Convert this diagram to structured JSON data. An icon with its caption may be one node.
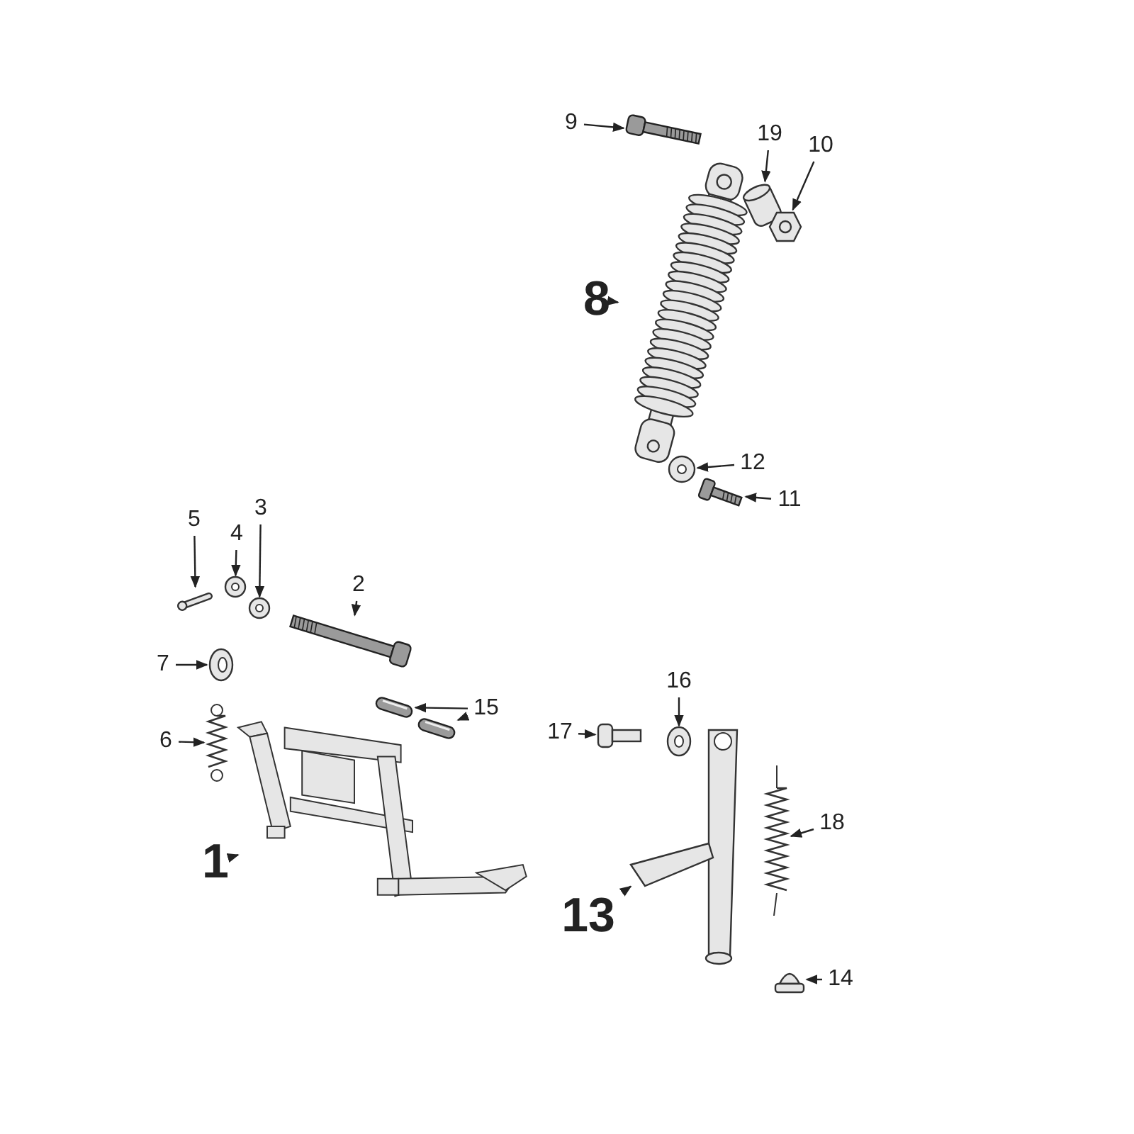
{
  "diagram": {
    "nodes": [
      {
        "text": [
          "9"
        ]
      },
      {
        "text": [],
        "shape": "picture"
      },
      {
        "text": [
          "19"
        ]
      },
      {
        "text": [],
        "shape": "picture"
      },
      {
        "text": [
          "10"
        ]
      },
      {
        "text": [],
        "shape": "picture"
      },
      {
        "text": [
          "8"
        ]
      },
      {
        "text": [],
        "shape": "picture"
      },
      {
        "text": [
          "12"
        ]
      },
      {
        "text": [],
        "shape": "picture"
      },
      {
        "text": [
          "11"
        ]
      },
      {
        "text": [],
        "shape": "picture"
      },
      {
        "text": [
          "5"
        ]
      },
      {
        "text": [],
        "shape": "picture"
      },
      {
        "text": [
          "4"
        ]
      },
      {
        "text": [],
        "shape": "picture"
      },
      {
        "text": [
          "3"
        ]
      },
      {
        "text": [],
        "shape": "picture"
      },
      {
        "text": [
          "2"
        ]
      },
      {
        "text": [],
        "shape": "picture"
      },
      {
        "text": [
          "7"
        ]
      },
      {
        "text": [],
        "shape": "picture"
      },
      {
        "text": [
          "15"
        ]
      },
      {
        "text": [],
        "shape": "picture"
      },
      {
        "text": [],
        "shape": "picture"
      },
      {
        "text": [
          "6"
        ]
      },
      {
        "text": [],
        "shape": "picture"
      },
      {
        "text": [
          "16"
        ]
      },
      {
        "text": [],
        "shape": "picture"
      },
      {
        "text": [
          "17"
        ]
      },
      {
        "text": [],
        "shape": "picture"
      },
      {
        "text": [
          "18"
        ]
      },
      {
        "text": [],
        "shape": "picture"
      },
      {
        "text": [
          "1"
        ]
      },
      {
        "text": [],
        "shape": "picture"
      },
      {
        "text": [
          "13"
        ]
      },
      {
        "text": [],
        "shape": "picture"
      },
      {
        "text": [
          "14"
        ]
      },
      {
        "text": [],
        "shape": "picture"
      }
    ],
    "edges": [
      {
        "from": 0,
        "to": 1,
        "arrow": "to"
      },
      {
        "from": 2,
        "to": 3,
        "arrow": "to"
      },
      {
        "from": 4,
        "to": 5,
        "arrow": "to"
      },
      {
        "from": 6,
        "to": 7,
        "arrow": "to"
      },
      {
        "from": 8,
        "to": 9,
        "arrow": "to"
      },
      {
        "from": 10,
        "to": 11,
        "arrow": "to"
      },
      {
        "from": 12,
        "to": 13,
        "arrow": "to"
      },
      {
        "from": 14,
        "to": 15,
        "arrow": "to"
      },
      {
        "from": 16,
        "to": 17,
        "arrow": "to"
      },
      {
        "from": 18,
        "to": 19,
        "arrow": "to"
      },
      {
        "from": 20,
        "to": 21,
        "arrow": "to"
      },
      {
        "from": 22,
        "to": 23,
        "arrow": "to"
      },
      {
        "from": 22,
        "to": 24,
        "arrow": "to"
      },
      {
        "from": 25,
        "to": 26,
        "arrow": "to"
      },
      {
        "from": 27,
        "to": 28,
        "arrow": "to"
      },
      {
        "from": 29,
        "to": 30,
        "arrow": "to"
      },
      {
        "from": 31,
        "to": 32,
        "arrow": "to"
      },
      {
        "from": 33,
        "to": 34,
        "arrow": "to"
      },
      {
        "from": 35,
        "to": 36,
        "arrow": "to"
      },
      {
        "from": 37,
        "to": 38,
        "arrow": "to"
      }
    ]
  }
}
